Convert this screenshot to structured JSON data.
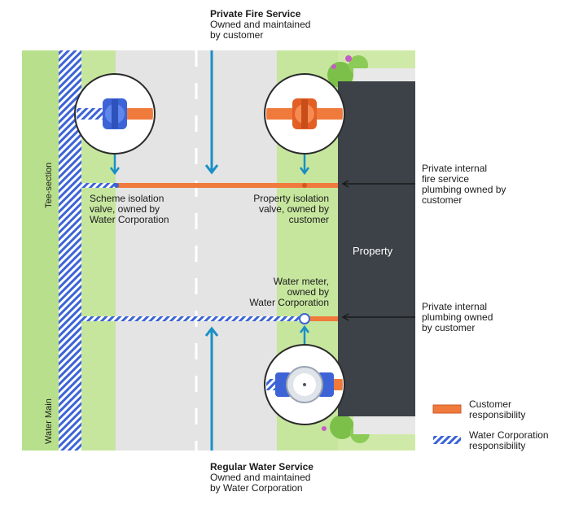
{
  "header": {
    "title": "Private Fire Service",
    "subtitle_line1": "Owned and maintained",
    "subtitle_line2": "by customer"
  },
  "footer": {
    "title": "Regular Water Service",
    "subtitle_line1": "Owned and maintained",
    "subtitle_line2": "by Water Corporation"
  },
  "labels": {
    "tee_section": "Tee-section",
    "water_main": "Water Main",
    "property": "Property",
    "scheme_valve": [
      "Scheme isolation",
      "valve, owned by",
      "Water Corporation"
    ],
    "property_valve": [
      "Property isolation",
      "valve, owned by",
      "customer"
    ],
    "water_meter": [
      "Water meter,",
      "owned by",
      "Water Corporation"
    ],
    "fire_plumbing": [
      "Private internal",
      "fire service",
      "plumbing owned by",
      "customer"
    ],
    "internal_plumbing": [
      "Private internal",
      "plumbing owned",
      "by customer"
    ]
  },
  "legend": {
    "customer": [
      "Customer",
      "responsibility"
    ],
    "water_corp": [
      "Water Corporation",
      "responsibility"
    ]
  },
  "colors": {
    "customer": "#f07a3c",
    "water_corp": "#3c64d6",
    "arrow": "#1a8fc4",
    "property": "#3c4248",
    "road": "#e4e4e4",
    "verge": "#b8e08c"
  }
}
